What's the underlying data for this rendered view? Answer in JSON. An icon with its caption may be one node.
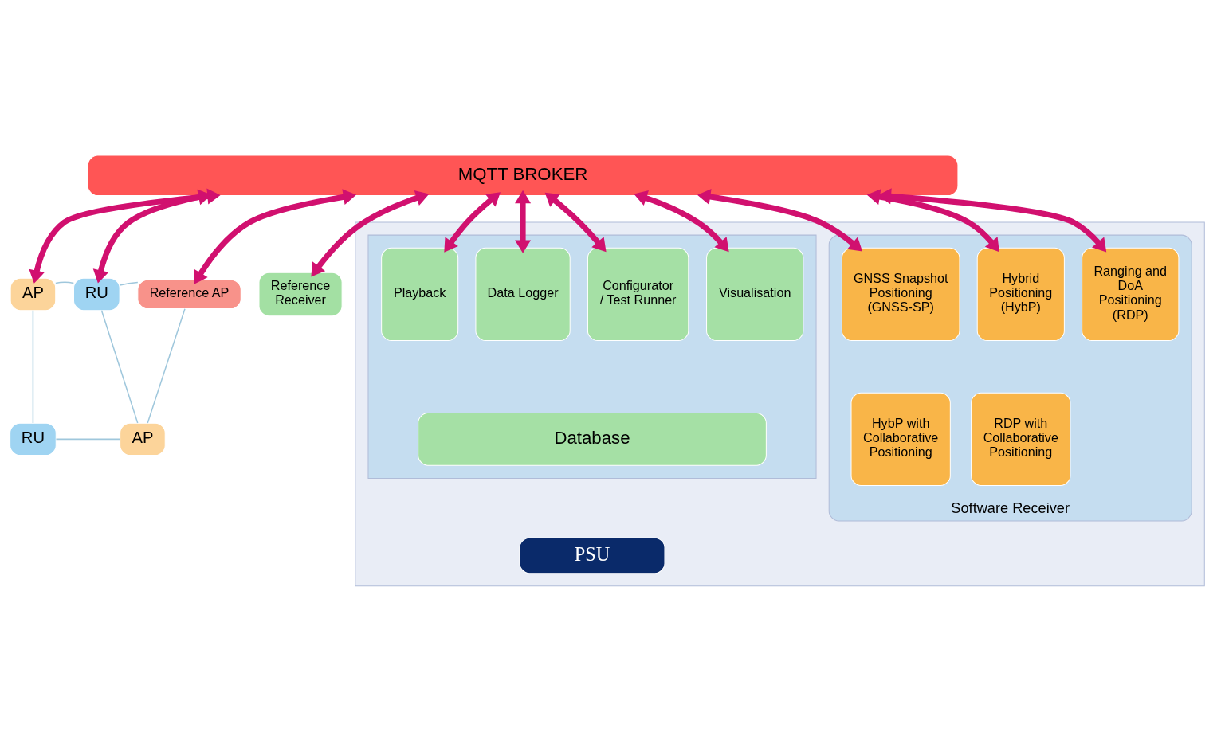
{
  "diagram": {
    "nodes": [
      {
        "text": [
          "MQTT BROKER"
        ]
      },
      {
        "text": [
          "AP"
        ]
      },
      {
        "text": [
          "RU"
        ]
      },
      {
        "text": [
          "RU"
        ]
      },
      {
        "text": [
          "AP"
        ]
      },
      {
        "text": [
          "Reference AP"
        ]
      },
      {
        "text": [
          "Reference Receiver"
        ]
      },
      {
        "text": [],
        "shape": "box"
      },
      {
        "text": [
          "Software Receiver"
        ],
        "in": 7
      },
      {
        "text": [
          "GNSS Snapshot Positioning (GNSS-SP)"
        ],
        "in": 8
      },
      {
        "text": [
          "Hybrid Positioning (HybP)"
        ],
        "in": 8
      },
      {
        "text": [
          "Ranging and DoA Positioning (RDP)"
        ],
        "in": 8
      },
      {
        "text": [
          "HybP with Collaborative Positioning"
        ],
        "in": 8
      },
      {
        "text": [
          "RDP with Collaborative Positioning"
        ],
        "in": 8
      },
      {
        "text": [],
        "shape": "box",
        "in": 7
      },
      {
        "text": [
          "Playback"
        ],
        "in": 14
      },
      {
        "text": [
          "Data Logger"
        ],
        "in": 14
      },
      {
        "text": [
          "Configurator / Test Runner"
        ],
        "in": 14
      },
      {
        "text": [
          "Visualisation"
        ],
        "in": 14
      },
      {
        "text": [
          "Database"
        ],
        "in": 14
      },
      {
        "text": [
          "PSU"
        ],
        "in": 7
      }
    ],
    "edges": [
      {
        "from": 0,
        "to": 1,
        "arrow": "both"
      },
      {
        "from": 0,
        "to": 2,
        "arrow": "both"
      },
      {
        "from": 0,
        "to": 5,
        "arrow": "both"
      },
      {
        "from": 0,
        "to": 6,
        "arrow": "both"
      },
      {
        "from": 0,
        "to": 9,
        "arrow": "both"
      },
      {
        "from": 0,
        "to": 10,
        "arrow": "both"
      },
      {
        "from": 0,
        "to": 11,
        "arrow": "both"
      },
      {
        "from": 0,
        "to": 15,
        "arrow": "both"
      },
      {
        "from": 0,
        "to": 16,
        "arrow": "both"
      },
      {
        "from": 0,
        "to": 17,
        "arrow": "both"
      },
      {
        "from": 0,
        "to": 18,
        "arrow": "both"
      },
      {
        "from": 1,
        "to": 2,
        "arrow": "none",
        "color": "#9fc7dc"
      },
      {
        "from": 1,
        "to": 3,
        "arrow": "none",
        "color": "#9fc7dc"
      },
      {
        "from": 2,
        "to": 4,
        "arrow": "none",
        "color": "#9fc7dc"
      },
      {
        "from": 3,
        "to": 4,
        "arrow": "none",
        "color": "#9fc7dc"
      },
      {
        "from": 2,
        "to": 5,
        "arrow": "none",
        "color": "#9fc7dc"
      },
      {
        "from": 4,
        "to": 5,
        "arrow": "none",
        "color": "#9fc7dc"
      }
    ]
  }
}
